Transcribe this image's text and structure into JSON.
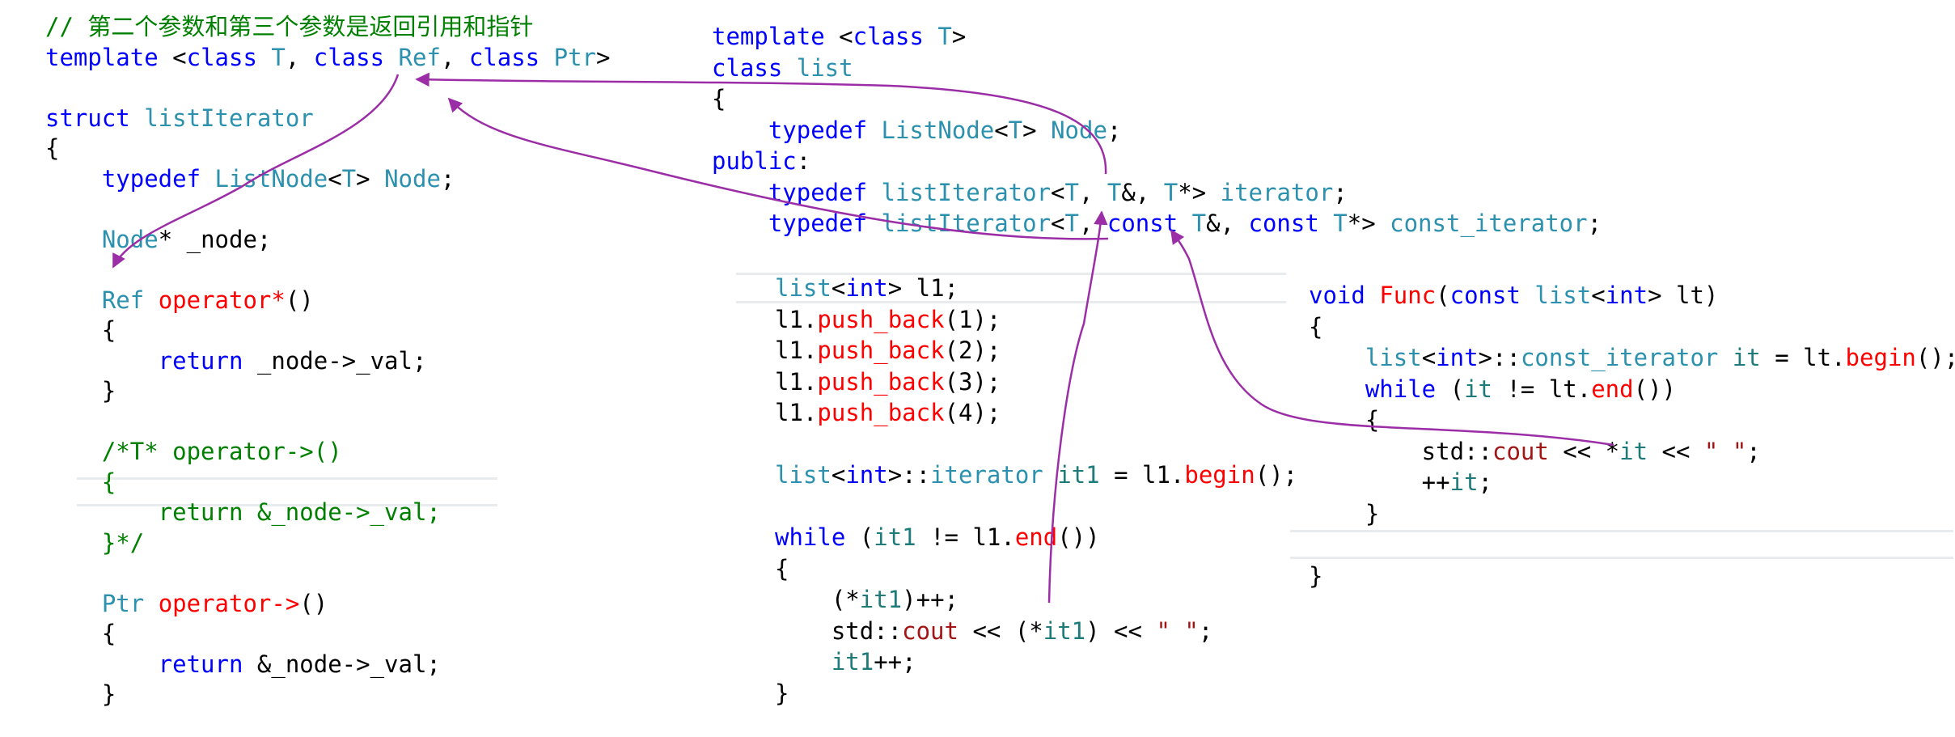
{
  "blocks": {
    "iterator": {
      "lines": [
        [
          {
            "c": "cm",
            "t": "// 第二个参数和第三个参数是返回引用和指针"
          }
        ],
        [
          {
            "c": "kw",
            "t": "template "
          },
          {
            "c": "tx",
            "t": "<"
          },
          {
            "c": "kw",
            "t": "class "
          },
          {
            "c": "ty",
            "t": "T"
          },
          {
            "c": "tx",
            "t": ", "
          },
          {
            "c": "kw",
            "t": "class "
          },
          {
            "c": "ty",
            "t": "Ref"
          },
          {
            "c": "tx",
            "t": ", "
          },
          {
            "c": "kw",
            "t": "class "
          },
          {
            "c": "ty",
            "t": "Ptr"
          },
          {
            "c": "tx",
            "t": ">"
          }
        ],
        [],
        [
          {
            "c": "kw",
            "t": "struct "
          },
          {
            "c": "ty",
            "t": "listIterator"
          }
        ],
        [
          {
            "c": "tx",
            "t": "{"
          }
        ],
        [
          {
            "c": "kw",
            "t": "    typedef "
          },
          {
            "c": "ty",
            "t": "ListNode"
          },
          {
            "c": "tx",
            "t": "<"
          },
          {
            "c": "ty",
            "t": "T"
          },
          {
            "c": "tx",
            "t": "> "
          },
          {
            "c": "ty",
            "t": "Node"
          },
          {
            "c": "tx",
            "t": ";"
          }
        ],
        [],
        [
          {
            "c": "ty",
            "t": "    Node"
          },
          {
            "c": "tx",
            "t": "* _node;"
          }
        ],
        [],
        [
          {
            "c": "ty",
            "t": "    Ref "
          },
          {
            "c": "fn",
            "t": "operator*"
          },
          {
            "c": "tx",
            "t": "()"
          }
        ],
        [
          {
            "c": "tx",
            "t": "    {"
          }
        ],
        [
          {
            "c": "kw",
            "t": "        return "
          },
          {
            "c": "tx",
            "t": "_node->_val;"
          }
        ],
        [
          {
            "c": "tx",
            "t": "    }"
          }
        ],
        [],
        [
          {
            "c": "cm",
            "t": "    /*T* operator->()"
          }
        ],
        [
          {
            "c": "cm",
            "t": "    {"
          }
        ],
        [
          {
            "c": "cm",
            "t": "        return &_node->_val;"
          }
        ],
        [
          {
            "c": "cm",
            "t": "    }*/"
          }
        ],
        [],
        [
          {
            "c": "ty",
            "t": "    Ptr "
          },
          {
            "c": "fn",
            "t": "operator->"
          },
          {
            "c": "tx",
            "t": "()"
          }
        ],
        [
          {
            "c": "tx",
            "t": "    {"
          }
        ],
        [
          {
            "c": "kw",
            "t": "        return "
          },
          {
            "c": "tx",
            "t": "&_node->_val;"
          }
        ],
        [
          {
            "c": "tx",
            "t": "    }"
          }
        ]
      ]
    },
    "list": {
      "lines": [
        [
          {
            "c": "kw",
            "t": "template "
          },
          {
            "c": "tx",
            "t": "<"
          },
          {
            "c": "kw",
            "t": "class "
          },
          {
            "c": "ty",
            "t": "T"
          },
          {
            "c": "tx",
            "t": ">"
          }
        ],
        [
          {
            "c": "kw",
            "t": "class "
          },
          {
            "c": "ty",
            "t": "list"
          }
        ],
        [
          {
            "c": "tx",
            "t": "{"
          }
        ],
        [
          {
            "c": "kw",
            "t": "    typedef "
          },
          {
            "c": "ty",
            "t": "ListNode"
          },
          {
            "c": "tx",
            "t": "<"
          },
          {
            "c": "ty",
            "t": "T"
          },
          {
            "c": "tx",
            "t": "> "
          },
          {
            "c": "ty",
            "t": "Node"
          },
          {
            "c": "tx",
            "t": ";"
          }
        ],
        [
          {
            "c": "kw",
            "t": "public"
          },
          {
            "c": "tx",
            "t": ":"
          }
        ],
        [
          {
            "c": "kw",
            "t": "    typedef "
          },
          {
            "c": "ty",
            "t": "listIterator"
          },
          {
            "c": "tx",
            "t": "<"
          },
          {
            "c": "ty",
            "t": "T"
          },
          {
            "c": "tx",
            "t": ", "
          },
          {
            "c": "ty",
            "t": "T"
          },
          {
            "c": "tx",
            "t": "&, "
          },
          {
            "c": "ty",
            "t": "T"
          },
          {
            "c": "tx",
            "t": "*> "
          },
          {
            "c": "ty",
            "t": "iterator"
          },
          {
            "c": "tx",
            "t": ";"
          }
        ],
        [
          {
            "c": "kw",
            "t": "    typedef "
          },
          {
            "c": "ty",
            "t": "listIterator"
          },
          {
            "c": "tx",
            "t": "<"
          },
          {
            "c": "ty",
            "t": "T"
          },
          {
            "c": "tx",
            "t": ", "
          },
          {
            "c": "kw",
            "t": "const "
          },
          {
            "c": "ty",
            "t": "T"
          },
          {
            "c": "tx",
            "t": "&, "
          },
          {
            "c": "kw",
            "t": "const "
          },
          {
            "c": "ty",
            "t": "T"
          },
          {
            "c": "tx",
            "t": "*> "
          },
          {
            "c": "ty",
            "t": "const_iterator"
          },
          {
            "c": "tx",
            "t": ";"
          }
        ]
      ]
    },
    "main": {
      "lines": [
        [
          {
            "c": "ty",
            "t": "list"
          },
          {
            "c": "tx",
            "t": "<"
          },
          {
            "c": "kw",
            "t": "int"
          },
          {
            "c": "tx",
            "t": "> l1;"
          }
        ],
        [
          {
            "c": "tx",
            "t": "l1."
          },
          {
            "c": "fn",
            "t": "push_back"
          },
          {
            "c": "tx",
            "t": "(1);"
          }
        ],
        [
          {
            "c": "tx",
            "t": "l1."
          },
          {
            "c": "fn",
            "t": "push_back"
          },
          {
            "c": "tx",
            "t": "(2);"
          }
        ],
        [
          {
            "c": "tx",
            "t": "l1."
          },
          {
            "c": "fn",
            "t": "push_back"
          },
          {
            "c": "tx",
            "t": "(3);"
          }
        ],
        [
          {
            "c": "tx",
            "t": "l1."
          },
          {
            "c": "fn",
            "t": "push_back"
          },
          {
            "c": "tx",
            "t": "(4);"
          }
        ],
        [],
        [
          {
            "c": "ty",
            "t": "list"
          },
          {
            "c": "tx",
            "t": "<"
          },
          {
            "c": "kw",
            "t": "int"
          },
          {
            "c": "tx",
            "t": ">::"
          },
          {
            "c": "ty",
            "t": "iterator "
          },
          {
            "c": "vr",
            "t": "it1"
          },
          {
            "c": "tx",
            "t": " = l1."
          },
          {
            "c": "fn",
            "t": "begin"
          },
          {
            "c": "tx",
            "t": "();"
          }
        ],
        [],
        [
          {
            "c": "kw",
            "t": "while "
          },
          {
            "c": "tx",
            "t": "("
          },
          {
            "c": "vr",
            "t": "it1"
          },
          {
            "c": "tx",
            "t": " != l1."
          },
          {
            "c": "fn",
            "t": "end"
          },
          {
            "c": "tx",
            "t": "())"
          }
        ],
        [
          {
            "c": "tx",
            "t": "{"
          }
        ],
        [
          {
            "c": "tx",
            "t": "    (*"
          },
          {
            "c": "vr",
            "t": "it1"
          },
          {
            "c": "tx",
            "t": ")++;"
          }
        ],
        [
          {
            "c": "tx",
            "t": "    std::"
          },
          {
            "c": "st",
            "t": "cout"
          },
          {
            "c": "tx",
            "t": " << (*"
          },
          {
            "c": "vr",
            "t": "it1"
          },
          {
            "c": "tx",
            "t": ") << "
          },
          {
            "c": "st",
            "t": "\" \""
          },
          {
            "c": "tx",
            "t": ";"
          }
        ],
        [
          {
            "c": "vr",
            "t": "    it1"
          },
          {
            "c": "tx",
            "t": "++;"
          }
        ],
        [
          {
            "c": "tx",
            "t": "}"
          }
        ]
      ]
    },
    "func": {
      "lines": [
        [
          {
            "c": "kw",
            "t": "void "
          },
          {
            "c": "fn",
            "t": "Func"
          },
          {
            "c": "tx",
            "t": "("
          },
          {
            "c": "kw",
            "t": "const "
          },
          {
            "c": "ty",
            "t": "list"
          },
          {
            "c": "tx",
            "t": "<"
          },
          {
            "c": "kw",
            "t": "int"
          },
          {
            "c": "tx",
            "t": "> lt)"
          }
        ],
        [
          {
            "c": "tx",
            "t": "{"
          }
        ],
        [
          {
            "c": "ty",
            "t": "    list"
          },
          {
            "c": "tx",
            "t": "<"
          },
          {
            "c": "kw",
            "t": "int"
          },
          {
            "c": "tx",
            "t": ">::"
          },
          {
            "c": "ty",
            "t": "const_iterator "
          },
          {
            "c": "vr",
            "t": "it"
          },
          {
            "c": "tx",
            "t": " = lt."
          },
          {
            "c": "fn",
            "t": "begin"
          },
          {
            "c": "tx",
            "t": "();"
          }
        ],
        [
          {
            "c": "kw",
            "t": "    while "
          },
          {
            "c": "tx",
            "t": "("
          },
          {
            "c": "vr",
            "t": "it"
          },
          {
            "c": "tx",
            "t": " != lt."
          },
          {
            "c": "fn",
            "t": "end"
          },
          {
            "c": "tx",
            "t": "())"
          }
        ],
        [
          {
            "c": "tx",
            "t": "    {"
          }
        ],
        [
          {
            "c": "tx",
            "t": "        std::"
          },
          {
            "c": "st",
            "t": "cout"
          },
          {
            "c": "tx",
            "t": " << *"
          },
          {
            "c": "vr",
            "t": "it"
          },
          {
            "c": "tx",
            "t": " << "
          },
          {
            "c": "st",
            "t": "\" \""
          },
          {
            "c": "tx",
            "t": ";"
          }
        ],
        [
          {
            "c": "tx",
            "t": "        ++"
          },
          {
            "c": "vr",
            "t": "it"
          },
          {
            "c": "tx",
            "t": ";"
          }
        ],
        [
          {
            "c": "tx",
            "t": "    }"
          }
        ],
        [],
        [
          {
            "c": "tx",
            "t": "}"
          }
        ]
      ]
    }
  },
  "colors": {
    "keyword": "#0000ff",
    "type": "#2b91af",
    "function": "#ff0000",
    "comment": "#008000",
    "string": "#a31515",
    "annotation": "#9b2ea6"
  }
}
